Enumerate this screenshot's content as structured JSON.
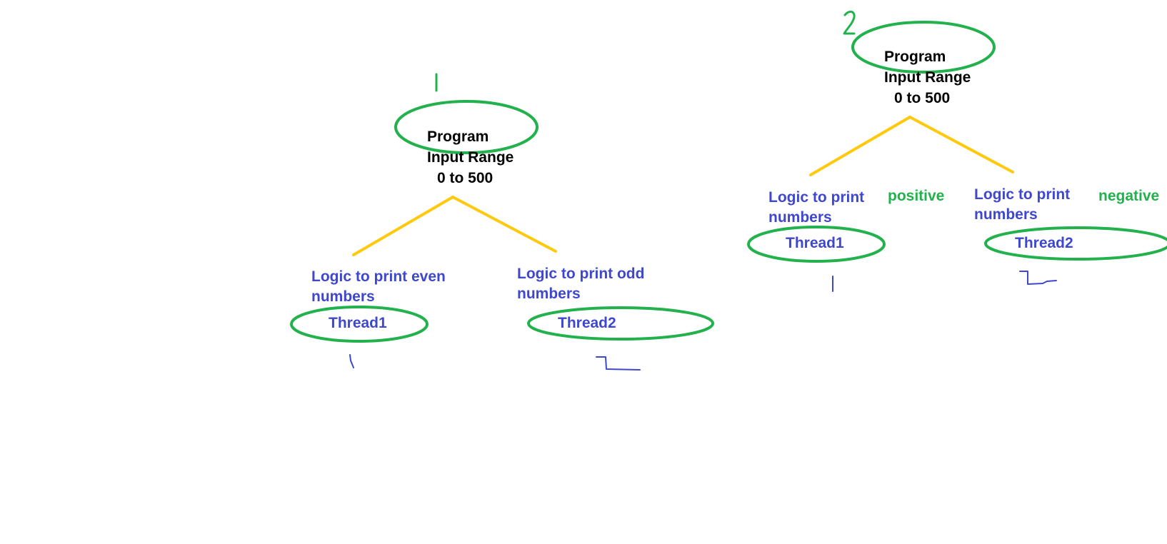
{
  "colors": {
    "ellipse": "#22b14c",
    "branch": "#ffc90e",
    "label": "#3f48cc",
    "program_text": "#000000",
    "annotation": "#22b14c",
    "background": "#ffffff"
  },
  "diagram1": {
    "marker": "1",
    "program": {
      "line1": "Program",
      "line2": "Input Range",
      "line3": "0 to 500"
    },
    "left": {
      "logic_line1": "Logic to print even",
      "logic_line2": "numbers",
      "thread": "Thread1",
      "mark": "1"
    },
    "right": {
      "logic_line1": "Logic to print odd",
      "logic_line2": "numbers",
      "thread": "Thread2",
      "mark": "2"
    }
  },
  "diagram2": {
    "marker": "2",
    "program": {
      "line1": "Program",
      "line2": "Input Range",
      "line3": "0 to 500"
    },
    "left": {
      "logic_line1": "Logic to print",
      "logic_line2": "numbers",
      "annotation": "positive",
      "thread": "Thread1",
      "mark": "1"
    },
    "right": {
      "logic_line1": "Logic to print",
      "logic_line2": "numbers",
      "annotation": "negative",
      "thread": "Thread2",
      "mark": "2"
    }
  }
}
